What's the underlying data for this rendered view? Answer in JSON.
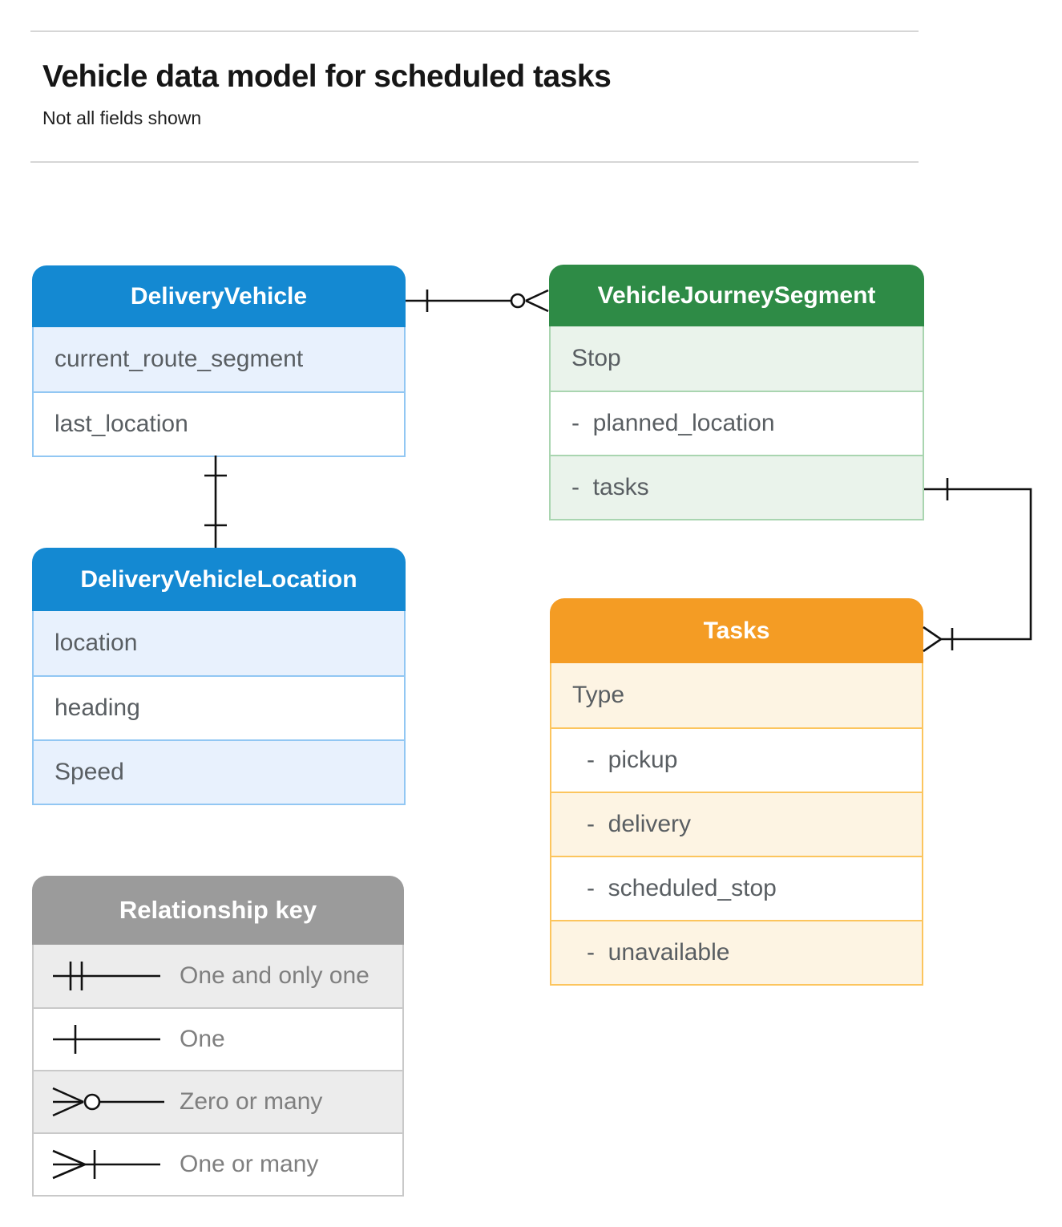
{
  "page": {
    "title": "Vehicle data model for scheduled tasks",
    "subtitle": "Not all fields shown"
  },
  "entities": {
    "delivery_vehicle": {
      "title": "DeliveryVehicle",
      "rows": [
        "current_route_segment",
        "last_location"
      ]
    },
    "vehicle_journey_segment": {
      "title": "VehicleJourneySegment",
      "rows": [
        "Stop",
        "-  planned_location",
        "-  tasks"
      ]
    },
    "delivery_vehicle_location": {
      "title": "DeliveryVehicleLocation",
      "rows": [
        "location",
        "heading",
        "Speed"
      ]
    },
    "tasks": {
      "title": "Tasks",
      "rows": [
        "Type",
        "-  pickup",
        "-  delivery",
        "-  scheduled_stop",
        "-  unavailable"
      ]
    }
  },
  "legend": {
    "title": "Relationship key",
    "items": [
      {
        "symbol": "one-and-only-one",
        "label": "One and only one"
      },
      {
        "symbol": "one",
        "label": "One"
      },
      {
        "symbol": "zero-or-many",
        "label": "Zero or many"
      },
      {
        "symbol": "one-or-many",
        "label": "One or many"
      }
    ]
  },
  "relationships": [
    {
      "from": "DeliveryVehicle",
      "from_cardinality": "one",
      "to": "VehicleJourneySegment",
      "to_cardinality": "zero-or-many"
    },
    {
      "from": "DeliveryVehicle",
      "from_cardinality": "one",
      "to": "DeliveryVehicleLocation",
      "to_cardinality": "one"
    },
    {
      "from": "VehicleJourneySegment.tasks",
      "from_cardinality": "one",
      "to": "Tasks",
      "to_cardinality": "one-or-many"
    }
  ],
  "colors": {
    "blue_header": "#1489d2",
    "blue_row": "#e8f1fd",
    "blue_border": "#92c7f3",
    "green_header": "#2e8b46",
    "green_row": "#eaf3eb",
    "green_border": "#a9d5b0",
    "orange_header": "#f49c24",
    "orange_row": "#fdf4e3",
    "orange_border": "#fcc55e",
    "gray_header": "#9b9b9b",
    "gray_row": "#ececec",
    "row_text": "#595e62",
    "connector": "#111111"
  }
}
